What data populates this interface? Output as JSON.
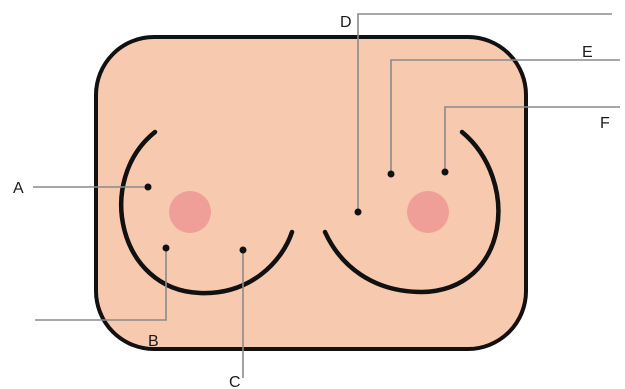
{
  "colors": {
    "skin": "#f7c9ae",
    "outline": "#111111",
    "areola": "#ef9f98",
    "leader": "#8a8a8a"
  },
  "labels": {
    "A": "A",
    "B": "B",
    "C": "C",
    "D": "D",
    "E": "E",
    "F": "F"
  }
}
